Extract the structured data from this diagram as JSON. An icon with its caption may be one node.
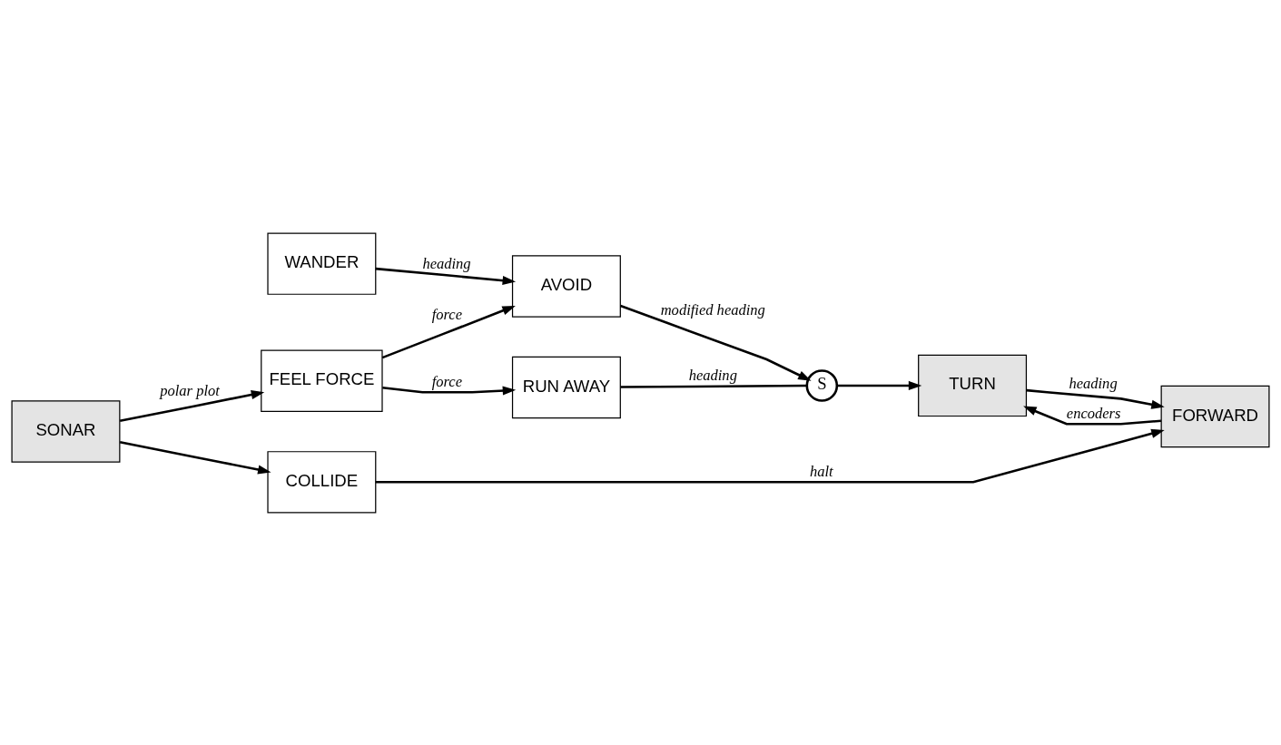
{
  "diagram": {
    "nodes": [
      {
        "text": [
          "WANDER"
        ]
      },
      {
        "text": [
          "AVOID"
        ]
      },
      {
        "text": [
          "FEEL FORCE"
        ]
      },
      {
        "text": [
          "RUN AWAY"
        ]
      },
      {
        "text": [
          "S"
        ]
      },
      {
        "text": [
          "TURN"
        ]
      },
      {
        "text": [
          "SONAR"
        ]
      },
      {
        "text": [
          "COLLIDE"
        ]
      },
      {
        "text": [
          "FORWARD"
        ]
      }
    ],
    "edges": [
      {
        "from": 0,
        "to": 1,
        "arrow": "to",
        "label": "heading"
      },
      {
        "from": 2,
        "to": 1,
        "arrow": "to",
        "label": "force"
      },
      {
        "from": 2,
        "to": 3,
        "arrow": "to",
        "label": "force"
      },
      {
        "from": 1,
        "to": 4,
        "arrow": "to",
        "label": "modified heading"
      },
      {
        "from": 3,
        "to": 4,
        "arrow": "none",
        "label": "heading"
      },
      {
        "from": 4,
        "to": 5,
        "arrow": "to"
      },
      {
        "from": 6,
        "to": 2,
        "arrow": "to",
        "label": "polar plot"
      },
      {
        "from": 6,
        "to": 7,
        "arrow": "to"
      },
      {
        "from": 7,
        "to": 8,
        "arrow": "to",
        "label": "halt"
      },
      {
        "from": 5,
        "to": 8,
        "arrow": "to",
        "label": "heading"
      },
      {
        "from": 8,
        "to": 5,
        "arrow": "to",
        "label": "encoders"
      }
    ]
  }
}
